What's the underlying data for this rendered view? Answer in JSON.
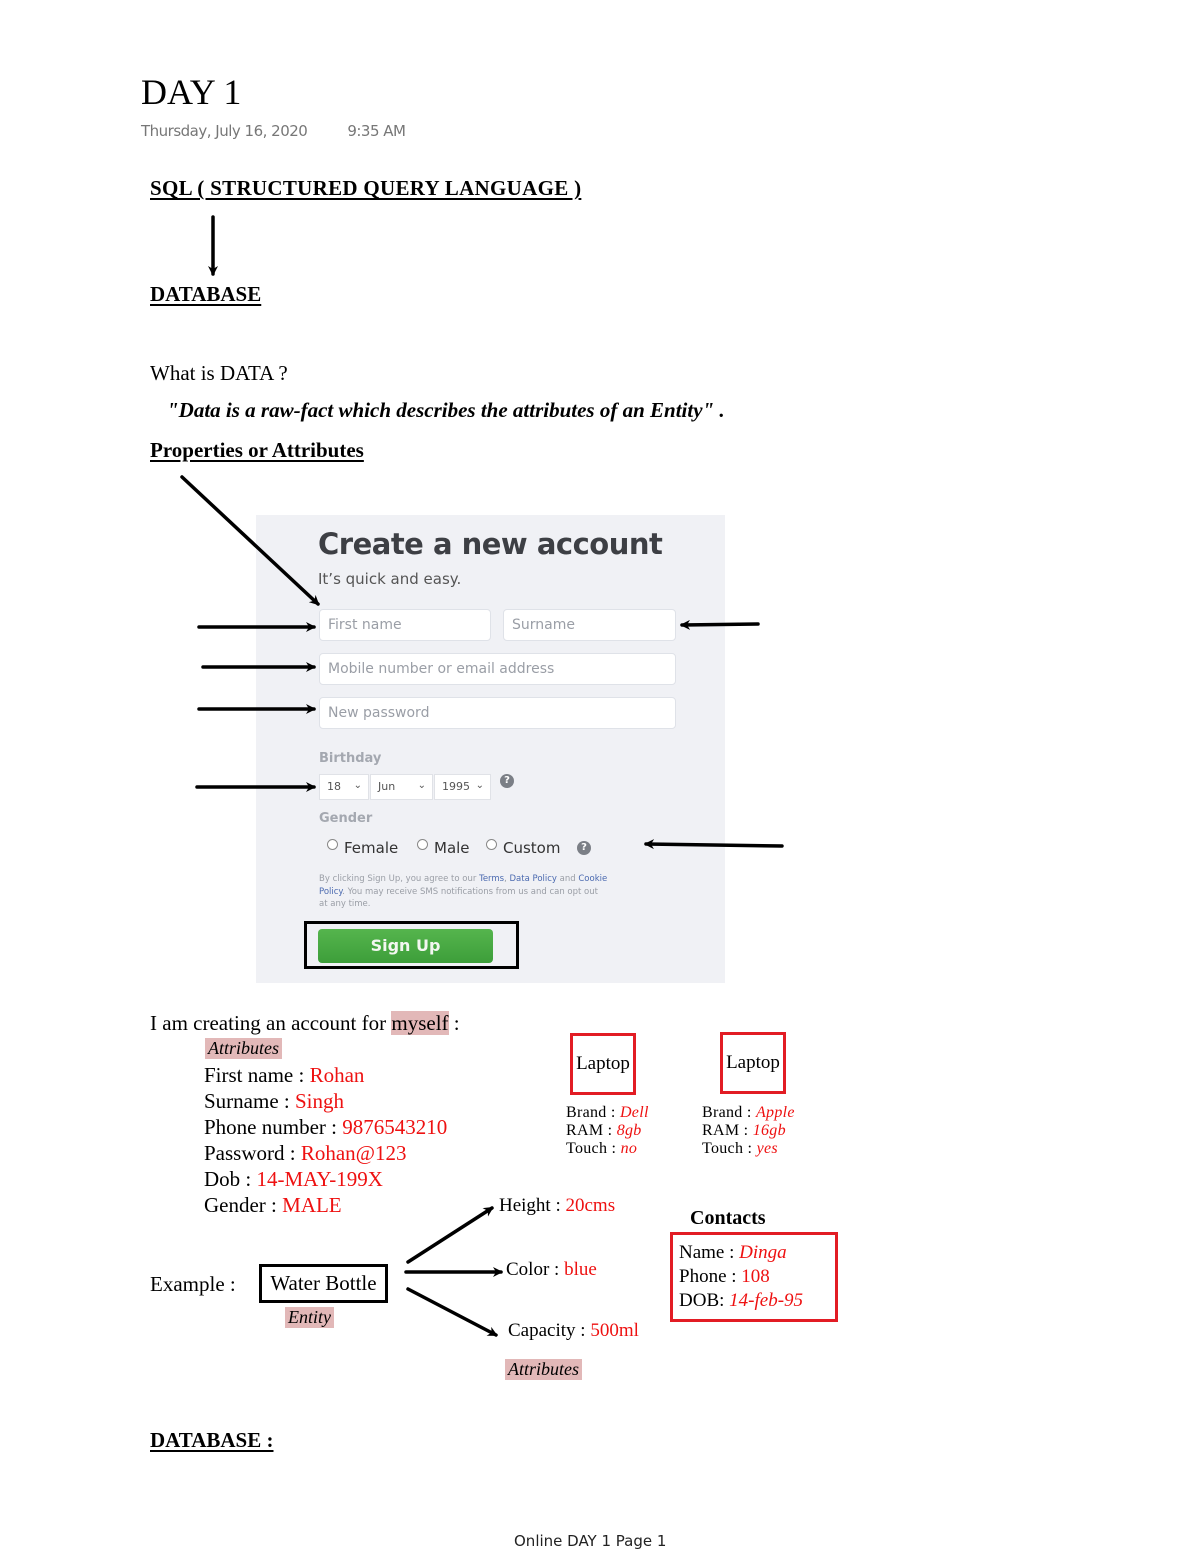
{
  "page": {
    "title": "DAY 1",
    "date": "Thursday, July 16, 2020",
    "time": "9:35 AM",
    "footer": "Online DAY 1 Page 1"
  },
  "headings": {
    "sql": "SQL  ( STRUCTURED QUERY LANGUAGE )",
    "database": "DATABASE",
    "properties": "Properties or Attributes",
    "database_colon": "DATABASE :"
  },
  "definition": {
    "question": "What is DATA ?",
    "quote": "\"Data is a raw-fact which describes the attributes of an Entity\" ."
  },
  "signup_form": {
    "title": "Create a new account",
    "subtitle": "It’s quick and easy.",
    "first_name_placeholder": "First name",
    "surname_placeholder": "Surname",
    "mobile_placeholder": "Mobile number or email address",
    "password_placeholder": "New password",
    "birthday_label": "Birthday",
    "birthday_day": "18",
    "birthday_month": "Jun",
    "birthday_year": "1995",
    "gender_label": "Gender",
    "gender_options": [
      "Female",
      "Male",
      "Custom"
    ],
    "help_icon": "?",
    "terms_pre": "By clicking Sign Up, you agree to our ",
    "terms_link": "Terms",
    "terms_sep": ", ",
    "data_policy_link": "Data Policy",
    "terms_and": " and ",
    "cookie_link": "Cookie Policy",
    "terms_post": ". You may receive SMS notifications from us and can opt out at any time.",
    "signup_button": "Sign Up",
    "chevron": "⌄"
  },
  "myself": {
    "intro_pre": "I am creating an account for ",
    "intro_highlight": "myself",
    "intro_post": " :",
    "attributes_tag": "Attributes",
    "fields": [
      {
        "label": "First name : ",
        "value": "Rohan"
      },
      {
        "label": "Surname : ",
        "value": "Singh"
      },
      {
        "label": "Phone number : ",
        "value": "9876543210"
      },
      {
        "label": "Password : ",
        "value": "Rohan@123"
      },
      {
        "label": "Dob : ",
        "value": "14-MAY-199X"
      },
      {
        "label": "Gender : ",
        "value": "MALE"
      }
    ]
  },
  "laptops": [
    {
      "title": "Laptop",
      "brand_label": "Brand : ",
      "brand": "Dell",
      "ram_label": "RAM : ",
      "ram": "8gb",
      "touch_label": "Touch : ",
      "touch": "no"
    },
    {
      "title": "Laptop",
      "brand_label": "Brand : ",
      "brand": "Apple",
      "ram_label": "RAM : ",
      "ram": "16gb",
      "touch_label": "Touch : ",
      "touch": "yes"
    }
  ],
  "example": {
    "label": "Example :",
    "entity": "Water Bottle",
    "entity_tag": "Entity",
    "attributes": [
      {
        "label": "Height : ",
        "value": "20cms"
      },
      {
        "label": "Color : ",
        "value": "blue"
      },
      {
        "label": "Capacity : ",
        "value": "500ml"
      }
    ],
    "attributes_tag": "Attributes"
  },
  "contacts": {
    "heading": "Contacts",
    "name_label": "Name : ",
    "name": "Dinga",
    "phone_label": "Phone : ",
    "phone": "108",
    "dob_label": "DOB: ",
    "dob": "14-feb-95"
  },
  "colors": {
    "accent_red": "#ee1111",
    "box_red": "#e21c24",
    "highlight": "#e2b8b8",
    "signup_green": "#42a83f",
    "form_bg": "#f0f1f5"
  }
}
